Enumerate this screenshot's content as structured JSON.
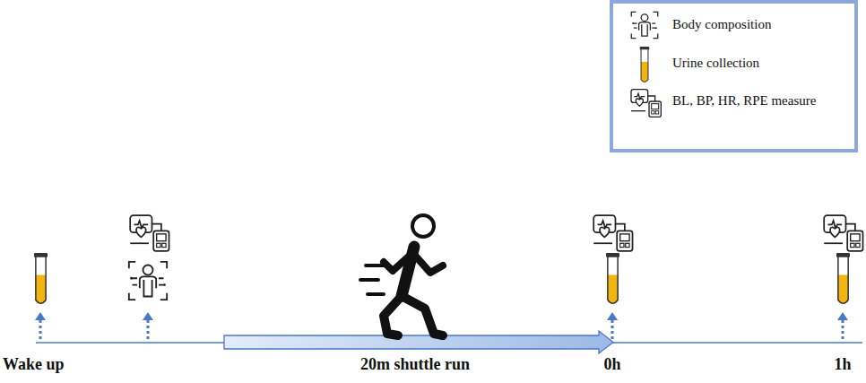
{
  "diagram": {
    "labels": [
      "Wake up",
      "20m shuttle run",
      "0h",
      "1h"
    ],
    "legend": [
      {
        "text": "Body composition"
      },
      {
        "text": "Urine collection"
      },
      {
        "text": "BL, BP, HR, RPE measure"
      }
    ]
  }
}
